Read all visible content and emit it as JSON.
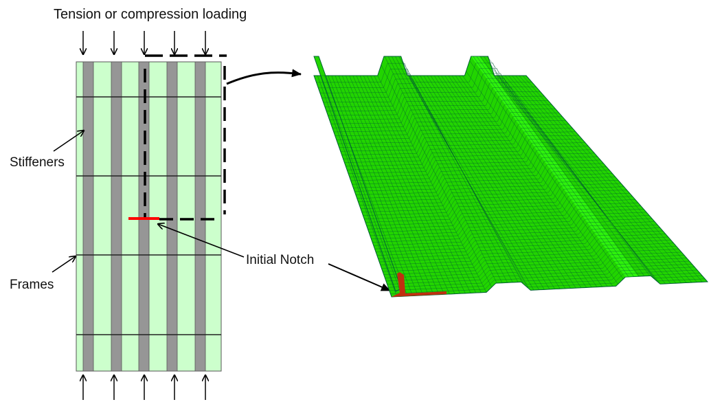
{
  "labels": {
    "loading": "Tension or compression loading",
    "stiffeners": "Stiffeners",
    "frames": "Frames",
    "notch": "Initial Notch"
  },
  "colors": {
    "skin": "#ccffcc",
    "stiffener": "#969696",
    "notch": "#ff0000",
    "mesh": "#22d400",
    "mesh_light": "#33ff11",
    "notch_mesh": "#c03010"
  },
  "panel": {
    "stiffener_count": 5,
    "frame_count": 4,
    "load_arrow_count": 5
  }
}
